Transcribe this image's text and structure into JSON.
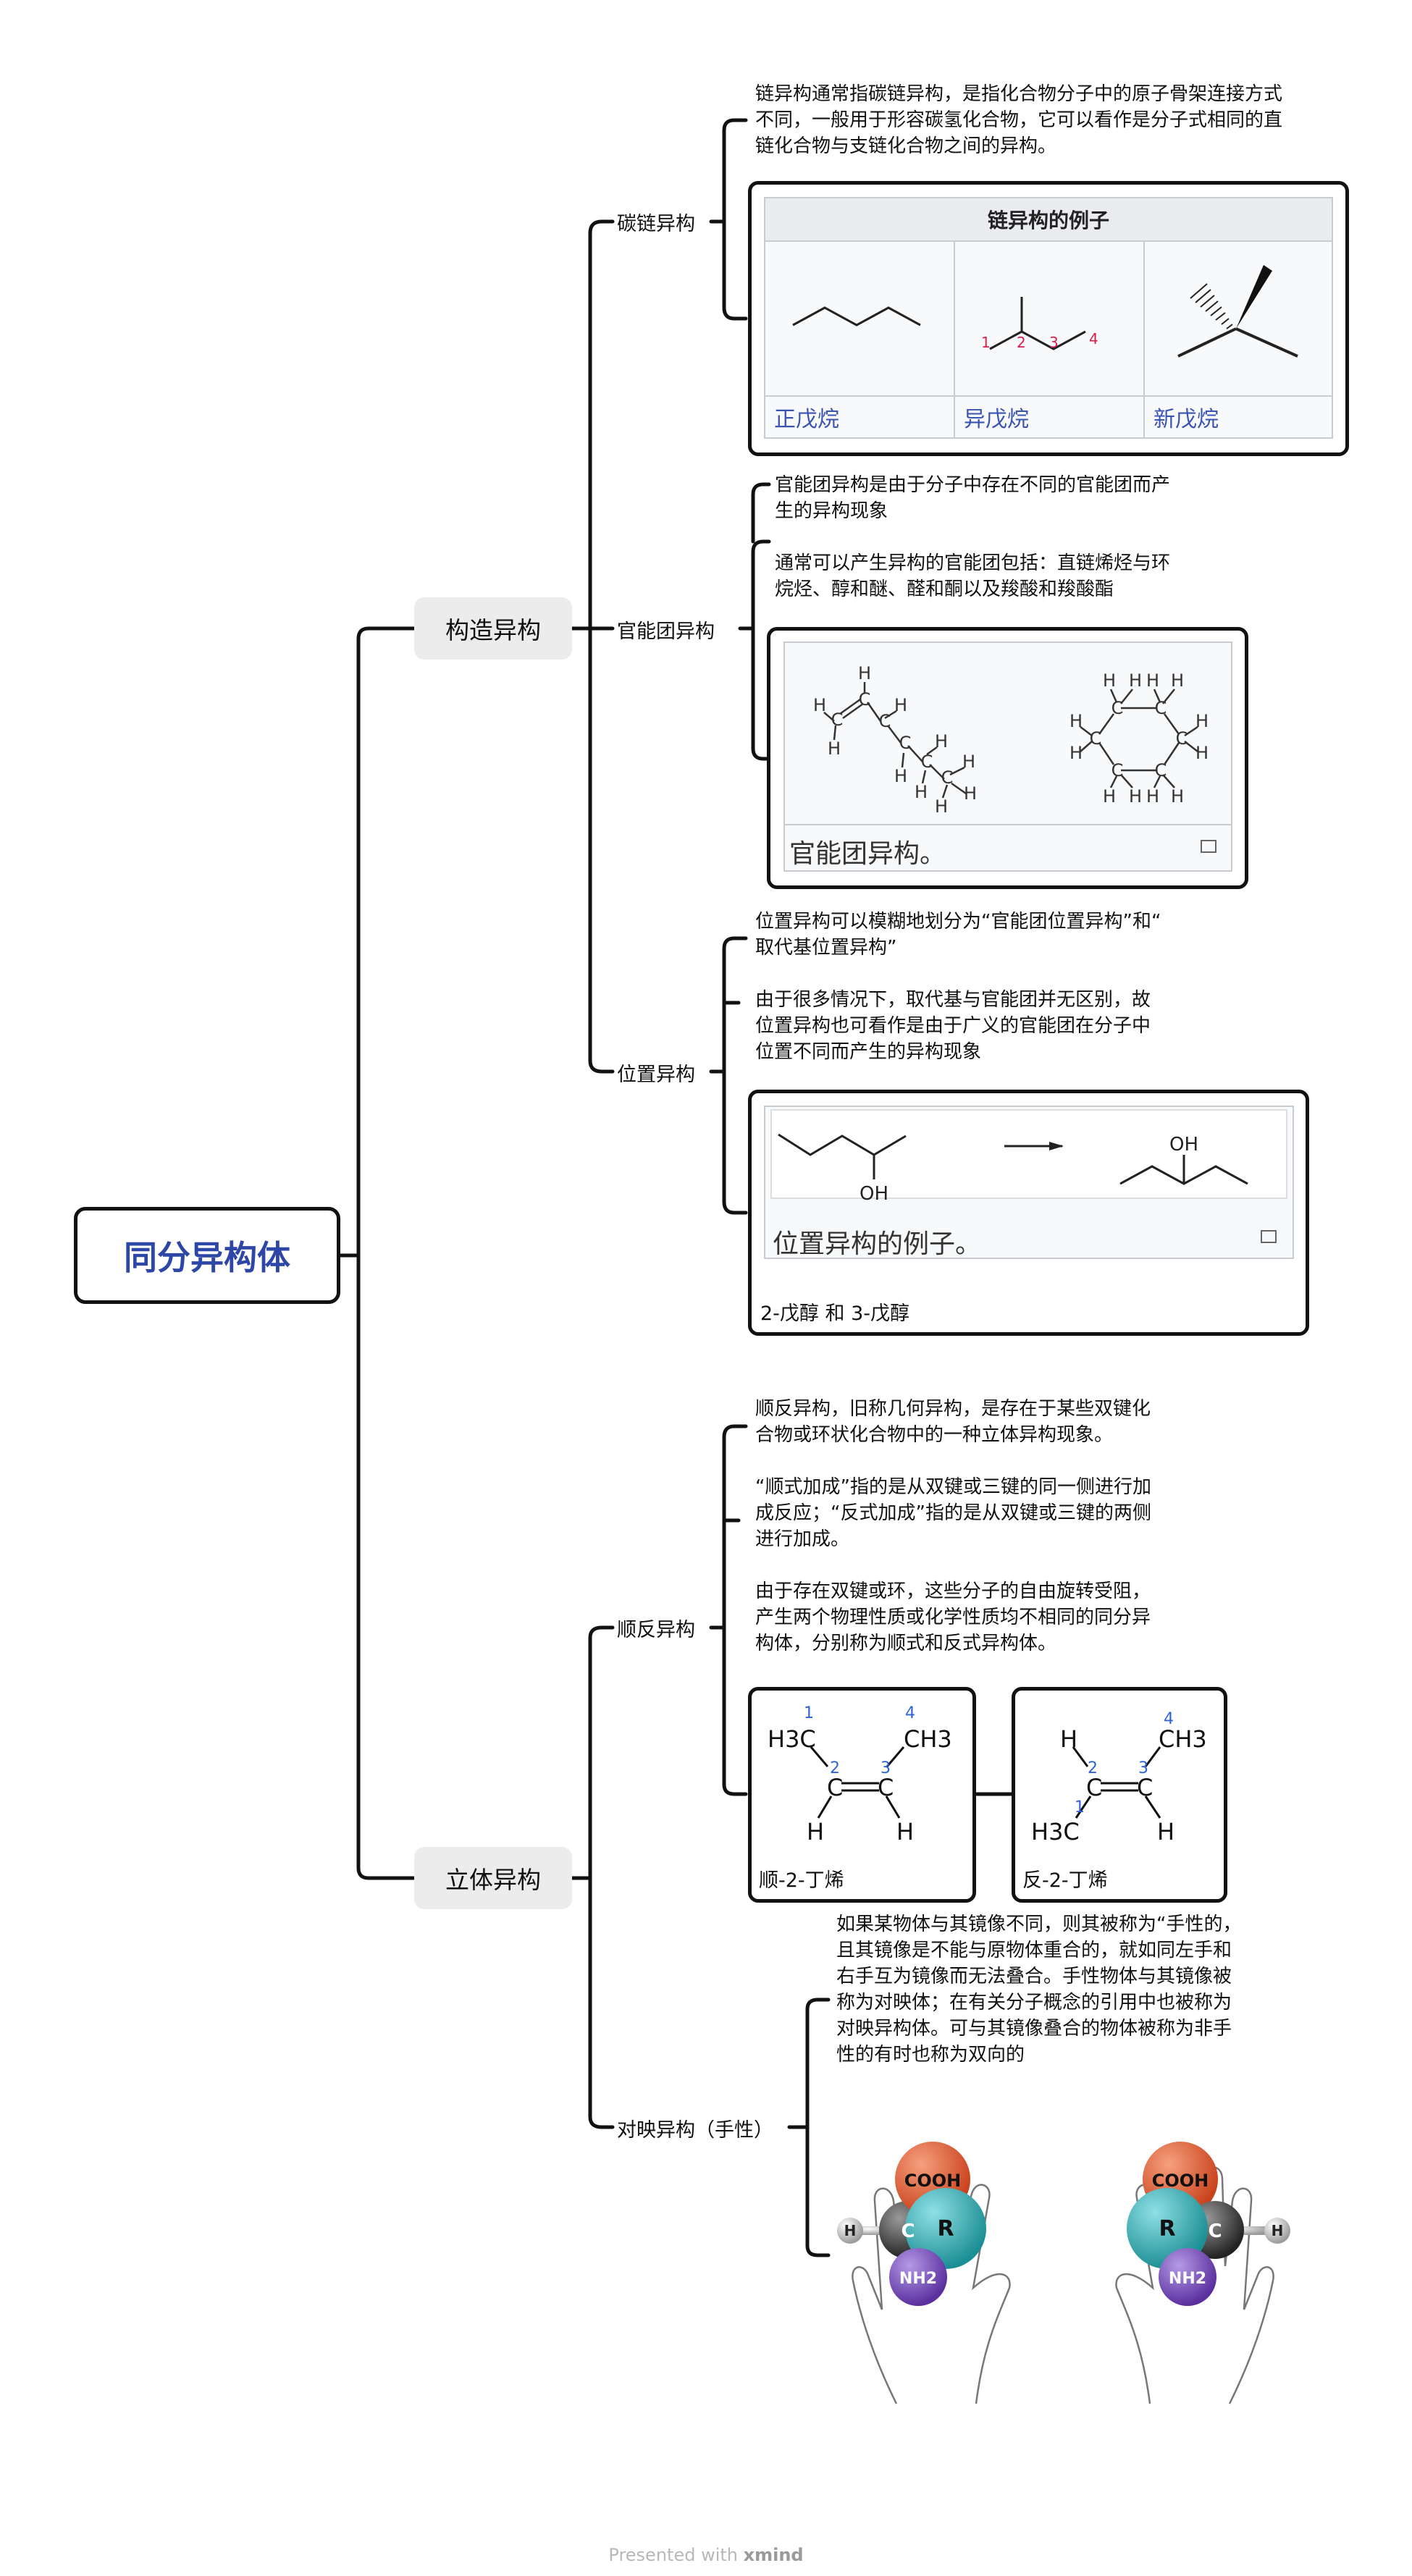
{
  "root": "同分异构体",
  "branches": {
    "structural": "构造异构",
    "stereo": "立体异构"
  },
  "chain": {
    "label": "碳链异构",
    "desc": [
      "链异构通常指碳链异构，是指化合物分子中的原子骨架连接方式",
      "不同，一般用于形容碳氢化合物，它可以看作是分子式相同的直",
      "链化合物与支链化合物之间的异构。"
    ],
    "table_title": "链异构的例子",
    "examples": [
      "正戊烷",
      "异戊烷",
      "新戊烷"
    ],
    "numbers": [
      "1",
      "2",
      "3",
      "4"
    ]
  },
  "functional": {
    "label": "官能团异构",
    "desc1": [
      "官能团异构是由于分子中存在不同的官能团而产",
      "生的异构现象"
    ],
    "desc2": [
      "通常可以产生异构的官能团包括：直链烯烃与环",
      "烷烃、醇和醚、醛和酮以及羧酸和羧酸酯"
    ],
    "caption": "官能团异构。",
    "atoms": {
      "c": "C",
      "h": "H"
    }
  },
  "position": {
    "label": "位置异构",
    "desc1": [
      "位置异构可以模糊地划分为“官能团位置异构”和“",
      "取代基位置异构”"
    ],
    "desc2": [
      "由于很多情况下，取代基与官能团并无区别，故",
      "位置异构也可看作是由于广义的官能团在分子中",
      "位置不同而产生的异构现象"
    ],
    "caption": "位置异构的例子。",
    "oh": "OH",
    "note": "2-戊醇 和 3-戊醇"
  },
  "cistrans": {
    "label": "顺反异构",
    "desc1": [
      "顺反异构，旧称几何异构，是存在于某些双键化",
      "合物或环状化合物中的一种立体异构现象。"
    ],
    "desc2": [
      "“顺式加成”指的是从双键或三键的同一侧进行加",
      "成反应；“反式加成”指的是从双键或三键的两侧",
      "进行加成。"
    ],
    "desc3": [
      "由于存在双键或环，这些分子的自由旋转受阻，",
      "产生两个物理性质或化学性质均不相同的同分异",
      "构体，分别称为顺式和反式异构体。"
    ],
    "cis_caption": "顺-2-丁烯",
    "trans_caption": "反-2-丁烯",
    "numbers": [
      "1",
      "2",
      "3",
      "4"
    ],
    "atoms": {
      "c": "C",
      "h": "H",
      "ch3": "CH3",
      "h3c": "H3C"
    }
  },
  "chiral": {
    "label": "对映异构（手性）",
    "desc": [
      "如果某物体与其镜像不同，则其被称为“手性的，",
      "且其镜像是不能与原物体重合的，就如同左手和",
      "右手互为镜像而无法叠合。手性物体与其镜像被",
      "称为对映体；在有关分子概念的引用中也被称为",
      "对映异构体。可与其镜像叠合的物体被称为非手",
      "性的有时也称为双向的"
    ],
    "atoms": {
      "cooh": "COOH",
      "c": "C",
      "r": "R",
      "h": "H",
      "nh2": "NH2"
    }
  },
  "footer": {
    "text": "Presented with",
    "brand": "xmind"
  }
}
